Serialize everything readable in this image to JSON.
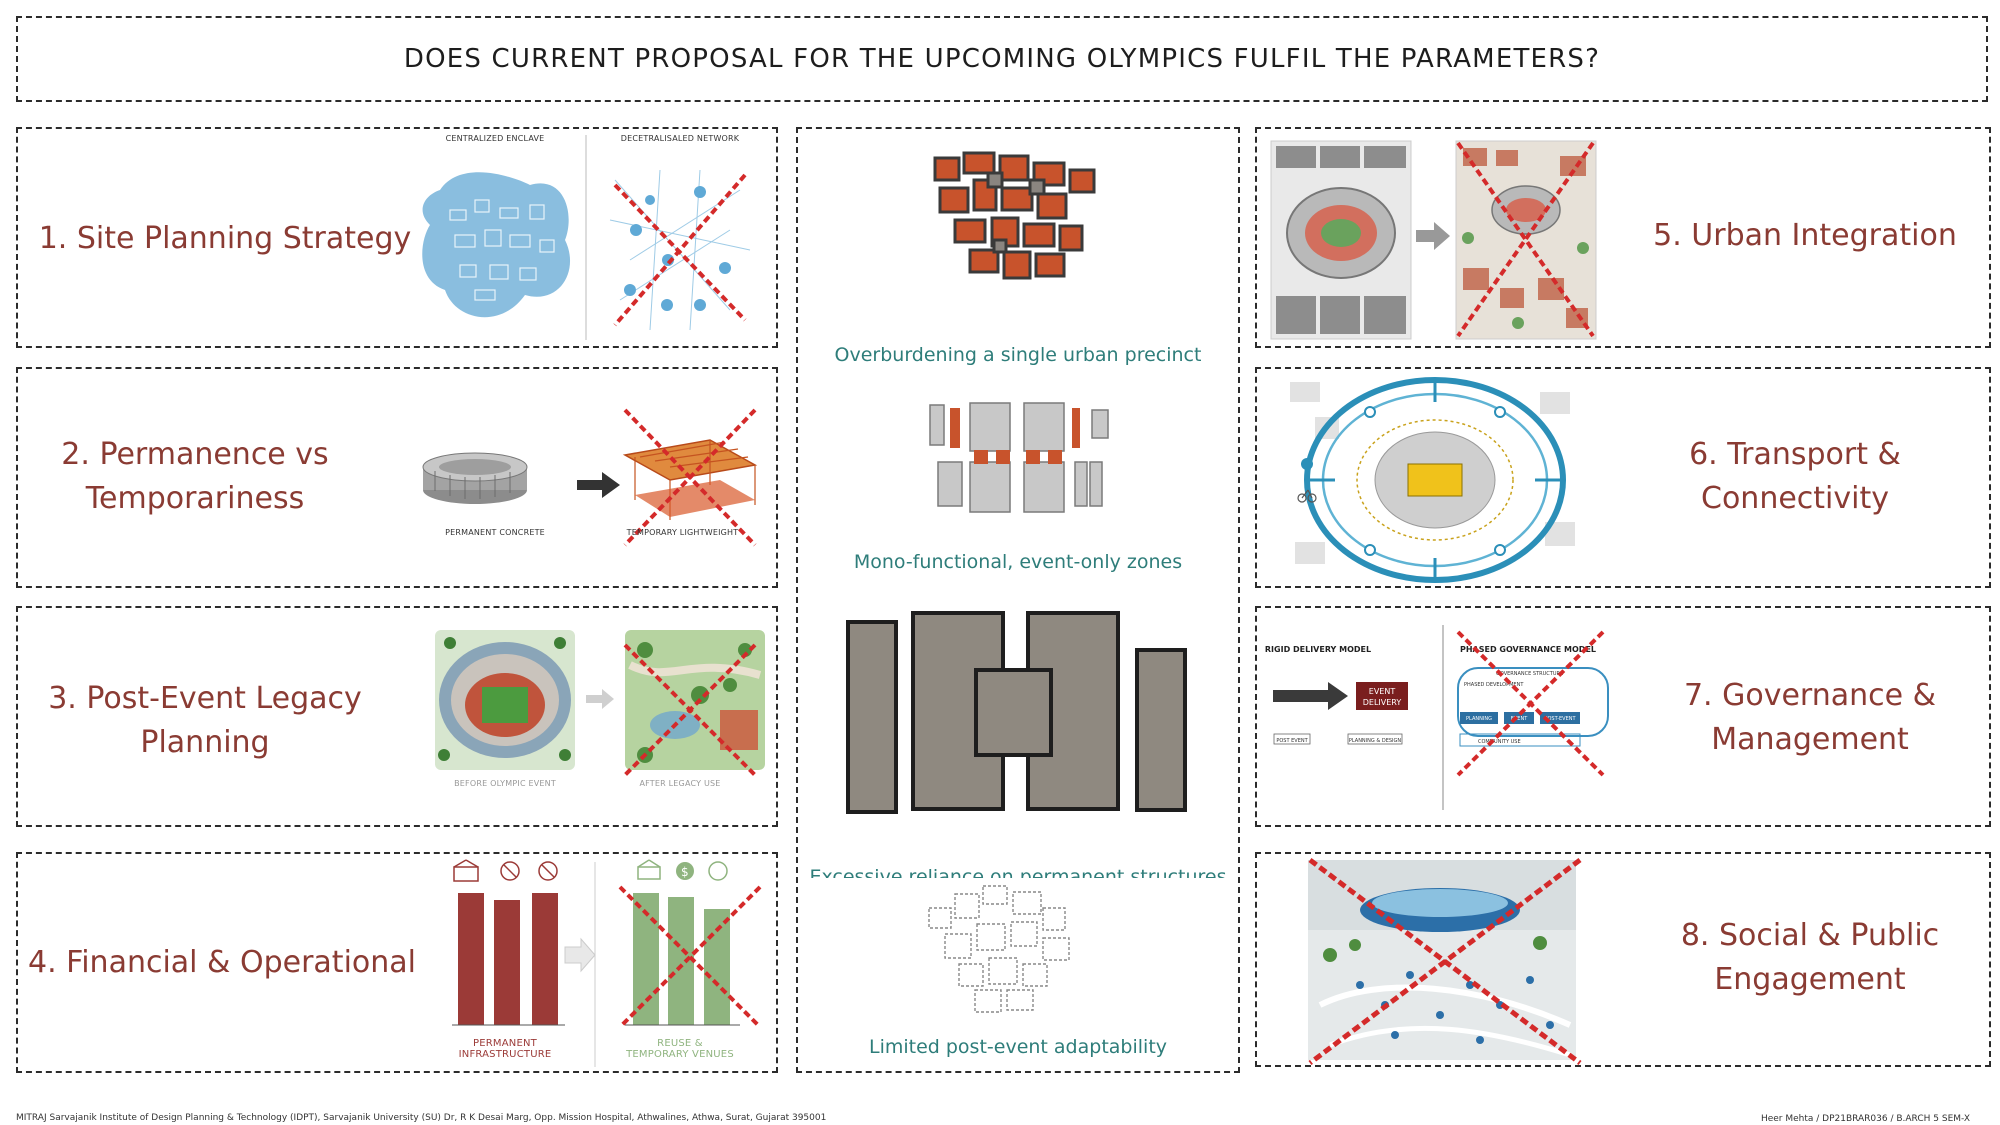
{
  "title": "DOES CURRENT PROPOSAL FOR THE UPCOMING OLYMPICS FULFIL THE PARAMETERS?",
  "parameters": [
    {
      "line1": "1. Site Planning Strategy",
      "line2": ""
    },
    {
      "line1": "2. Permanence vs",
      "line2": "Temporariness"
    },
    {
      "line1": "3. Post-Event Legacy",
      "line2": "Planning"
    },
    {
      "line1": "4. Financial & Operational",
      "line2": ""
    },
    {
      "line1": "5. Urban Integration",
      "line2": ""
    },
    {
      "line1": "6. Transport &",
      "line2": "Connectivity"
    },
    {
      "line1": "7. Governance &",
      "line2": "Management"
    },
    {
      "line1": "8. Social & Public",
      "line2": "Engagement"
    }
  ],
  "center_captions": [
    "Overburdening a single urban precinct",
    "Mono-functional, event-only zones",
    "Excessive reliance on permanent structures",
    "Limited post-event adaptability"
  ],
  "diagram_labels": {
    "centralized": "CENTRALIZED ENCLAVE",
    "decentralised": "DECETRALISALED NETWORK",
    "permanent_concrete": "PERMANENT CONCRETE",
    "temporary_lightweight": "TEMPORARY LIGHTWEIGHT",
    "before_event": "BEFORE OLYMPIC EVENT",
    "after_legacy": "AFTER LEGACY USE",
    "permanent_infra_1": "PERMANENT",
    "permanent_infra_2": "INFRASTRUCTURE",
    "reuse_1": "REUSE &",
    "reuse_2": "TEMPORARY VENUES",
    "rigid_model": "RIGID DELIVERY MODEL",
    "phased_model": "PHASED GOVERNANCE MODEL",
    "event_delivery_1": "EVENT",
    "event_delivery_2": "DELIVERY",
    "post_event": "POST EVENT",
    "planning_design": "PLANNING & DESIGN",
    "governance_structure": "GOVERNANCE STRUCTURE",
    "phased_development": "PHASED DEVELOPMENT",
    "planning": "PLANNING",
    "event": "EVENT",
    "post_event_box": "POST-EVENT",
    "community_use": "COMMUNITY USE"
  },
  "colors": {
    "accent_red": "#8a3b33",
    "caption_teal": "#2e7d7a",
    "cross_red": "#d42a2a",
    "bar_red": "#9b3a37",
    "bar_green": "#8fb47f"
  },
  "footer": {
    "institute": "MITRAJ Sarvajanik Institute of Design Planning & Technology (IDPT), Sarvajanik University (SU) Dr, R K Desai Marg, Opp. Mission Hospital, Athwalines, Athwa, Surat, Gujarat 395001",
    "author": "Heer Mehta  /  DP21BRAR036  /  B.ARCH 5 SEM-X"
  }
}
